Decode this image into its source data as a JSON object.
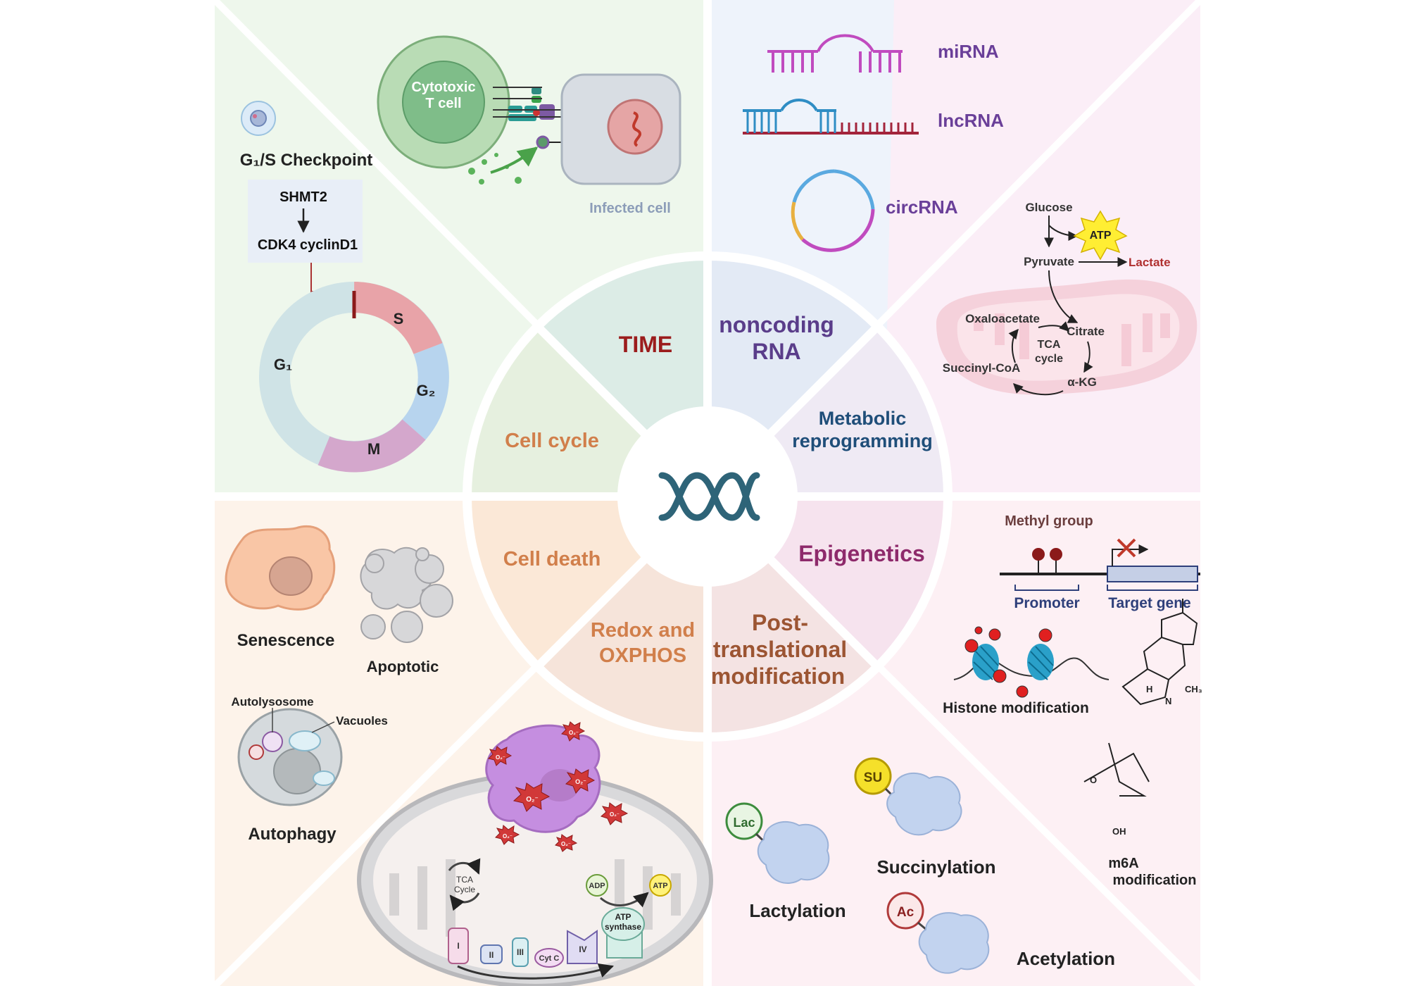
{
  "center": {
    "sectors": {
      "time": "TIME",
      "noncoding": [
        "noncoding",
        "RNA"
      ],
      "metabolic": [
        "Metabolic",
        "reprogramming"
      ],
      "epigenetics": "Epigenetics",
      "ptm": [
        "Post-",
        "translational",
        "modification"
      ],
      "redox": [
        "Redox and",
        "OXPHOS"
      ],
      "cell_death": "Cell death",
      "cell_cycle": "Cell cycle"
    },
    "icon": "dna-helix-icon"
  },
  "cell_cycle_panel": {
    "checkpoint_title": "G₁/S Checkpoint",
    "box_top": "SHMT2",
    "box_bottom": "CDK4 cyclinD1",
    "phases": {
      "s": "S",
      "g1": "G₁",
      "g2": "G₂",
      "m": "M"
    }
  },
  "time_panel": {
    "t_cell": [
      "Cytotoxic",
      "T cell"
    ],
    "infected_cell": "Infected cell"
  },
  "rna_panel": {
    "mirna": "miRNA",
    "lncrna": "lncRNA",
    "circrna": "circRNA"
  },
  "metabolic_panel": {
    "glucose": "Glucose",
    "atp": "ATP",
    "pyruvate": "Pyruvate",
    "lactate": "Lactate",
    "oxaloacetate": "Oxaloacetate",
    "citrate": "Citrate",
    "tca": [
      "TCA",
      "cycle"
    ],
    "succinyl": "Succinyl-CoA",
    "akg": "α-KG"
  },
  "epigenetics_panel": {
    "methyl_group": "Methyl group",
    "promoter": "Promoter",
    "target_gene": "Target gene",
    "histone": "Histone modification",
    "m6a": [
      "m6A",
      "modification"
    ],
    "atoms": {
      "h": "H",
      "n": "N",
      "ch3": "CH₃",
      "o": "O",
      "oh": "OH"
    }
  },
  "ptm_panel": {
    "su": "SU",
    "lac": "Lac",
    "ac": "Ac",
    "succinylation": "Succinylation",
    "lactylation": "Lactylation",
    "acetylation": "Acetylation"
  },
  "death_panel": {
    "senescence": "Senescence",
    "apoptotic": "Apoptotic",
    "autolysosome": "Autolysosome",
    "vacuoles": "Vacuoles",
    "autophagy": "Autophagy"
  },
  "redox_panel": {
    "ros": "O₂⁻",
    "tca": [
      "TCA",
      "Cycle"
    ],
    "adp": "ADP",
    "atp": "ATP",
    "atp_synthase": [
      "ATP",
      "synthase"
    ],
    "complexes": [
      "I",
      "II",
      "III",
      "Cyt C",
      "IV"
    ]
  },
  "colors": {
    "green_bg": "#eef7ec",
    "blue_bg": "#eef3fa",
    "pink_bg": "#faeef6",
    "orange_bg": "#fdf3ea",
    "time": "#9b1c1c",
    "noncoding": "#5a3d8a",
    "metabolic": "#1f4e79",
    "epigenetics": "#8e2a6b",
    "ptm": "#9c5533",
    "cell": "#d17f4b"
  }
}
